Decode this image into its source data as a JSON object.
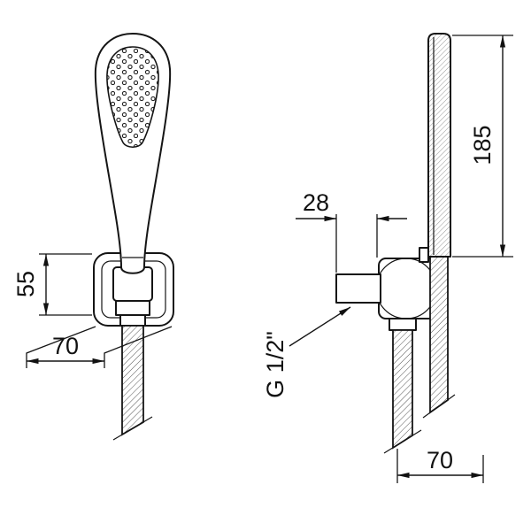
{
  "front_view": {
    "bracket_height_label": "55",
    "bracket_width_label": "70"
  },
  "side_view": {
    "offset_label": "28",
    "handset_length_label": "185",
    "thread_label": "G 1/2\"",
    "depth_label": "70"
  }
}
